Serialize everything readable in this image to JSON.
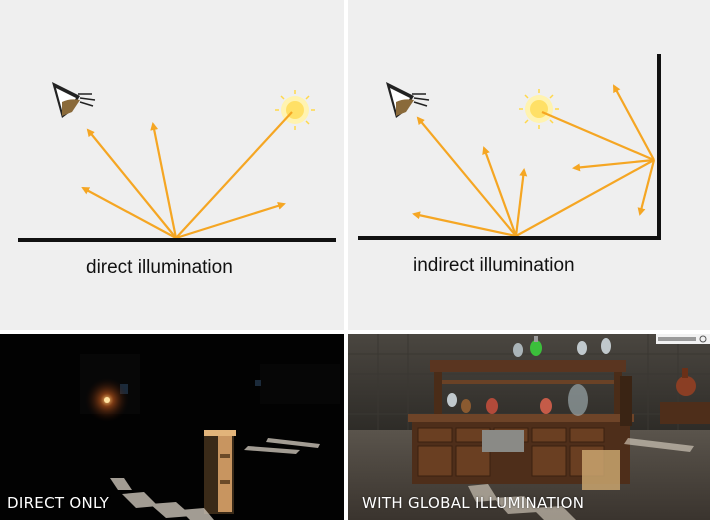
{
  "panels": {
    "direct_diagram": {
      "caption": "direct illumination"
    },
    "indirect_diagram": {
      "caption": "indirect illumination"
    },
    "render_direct": {
      "caption": "DIRECT ONLY"
    },
    "render_gi": {
      "caption": "WITH GLOBAL ILLUMINATION"
    }
  },
  "colors": {
    "ray": "#f5a623",
    "sun": "#ffe066",
    "sun_glow": "#fff3b0",
    "surface": "#111111",
    "diagram_bg": "#efefef"
  },
  "icons": [
    "eye-icon",
    "sun-icon"
  ]
}
